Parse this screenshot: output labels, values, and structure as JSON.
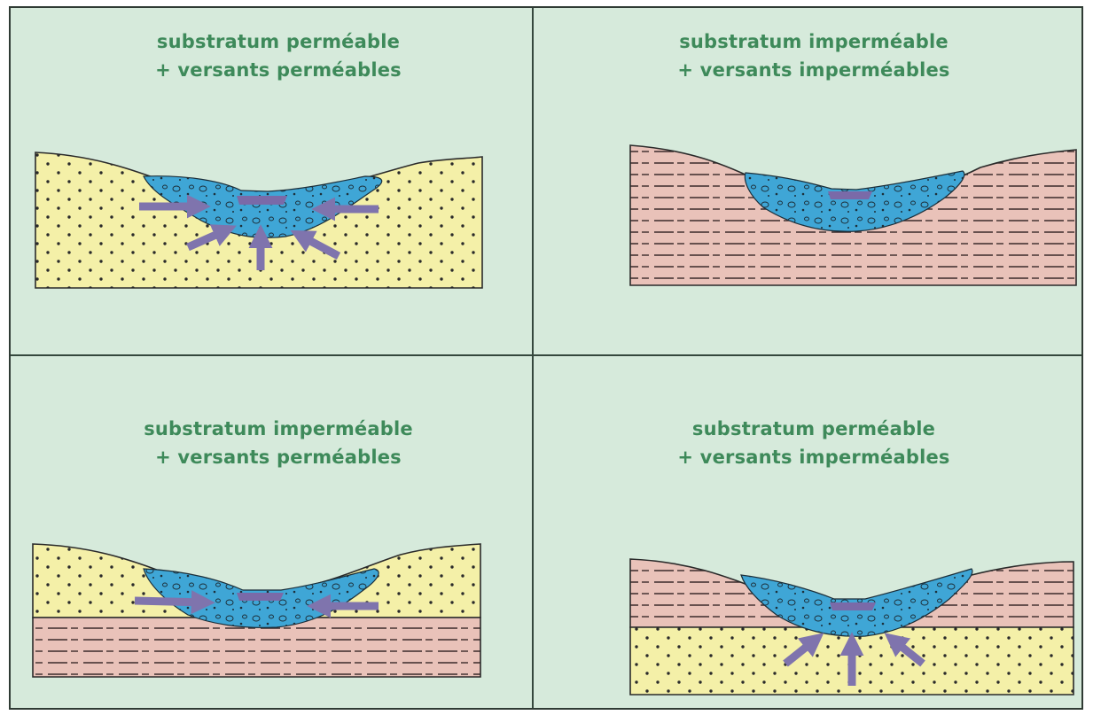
{
  "panels": [
    {
      "line1": "substratum perméable",
      "line2": "+ versants perméables"
    },
    {
      "line1": "substratum imperméable",
      "line2": "+ versants imperméables"
    },
    {
      "line1": "substratum imperméable",
      "line2": "+ versants perméables"
    },
    {
      "line1": "substratum perméable",
      "line2": "+ versants imperméables"
    }
  ],
  "colors": {
    "background": "#d6eadb",
    "permeable": "#f4f0a8",
    "impermeable": "#e9c2b9",
    "alluvium": "#3fa6d6",
    "river": "#7a6aa8",
    "arrows": "#7f74ad",
    "text": "#3e8a5a"
  }
}
